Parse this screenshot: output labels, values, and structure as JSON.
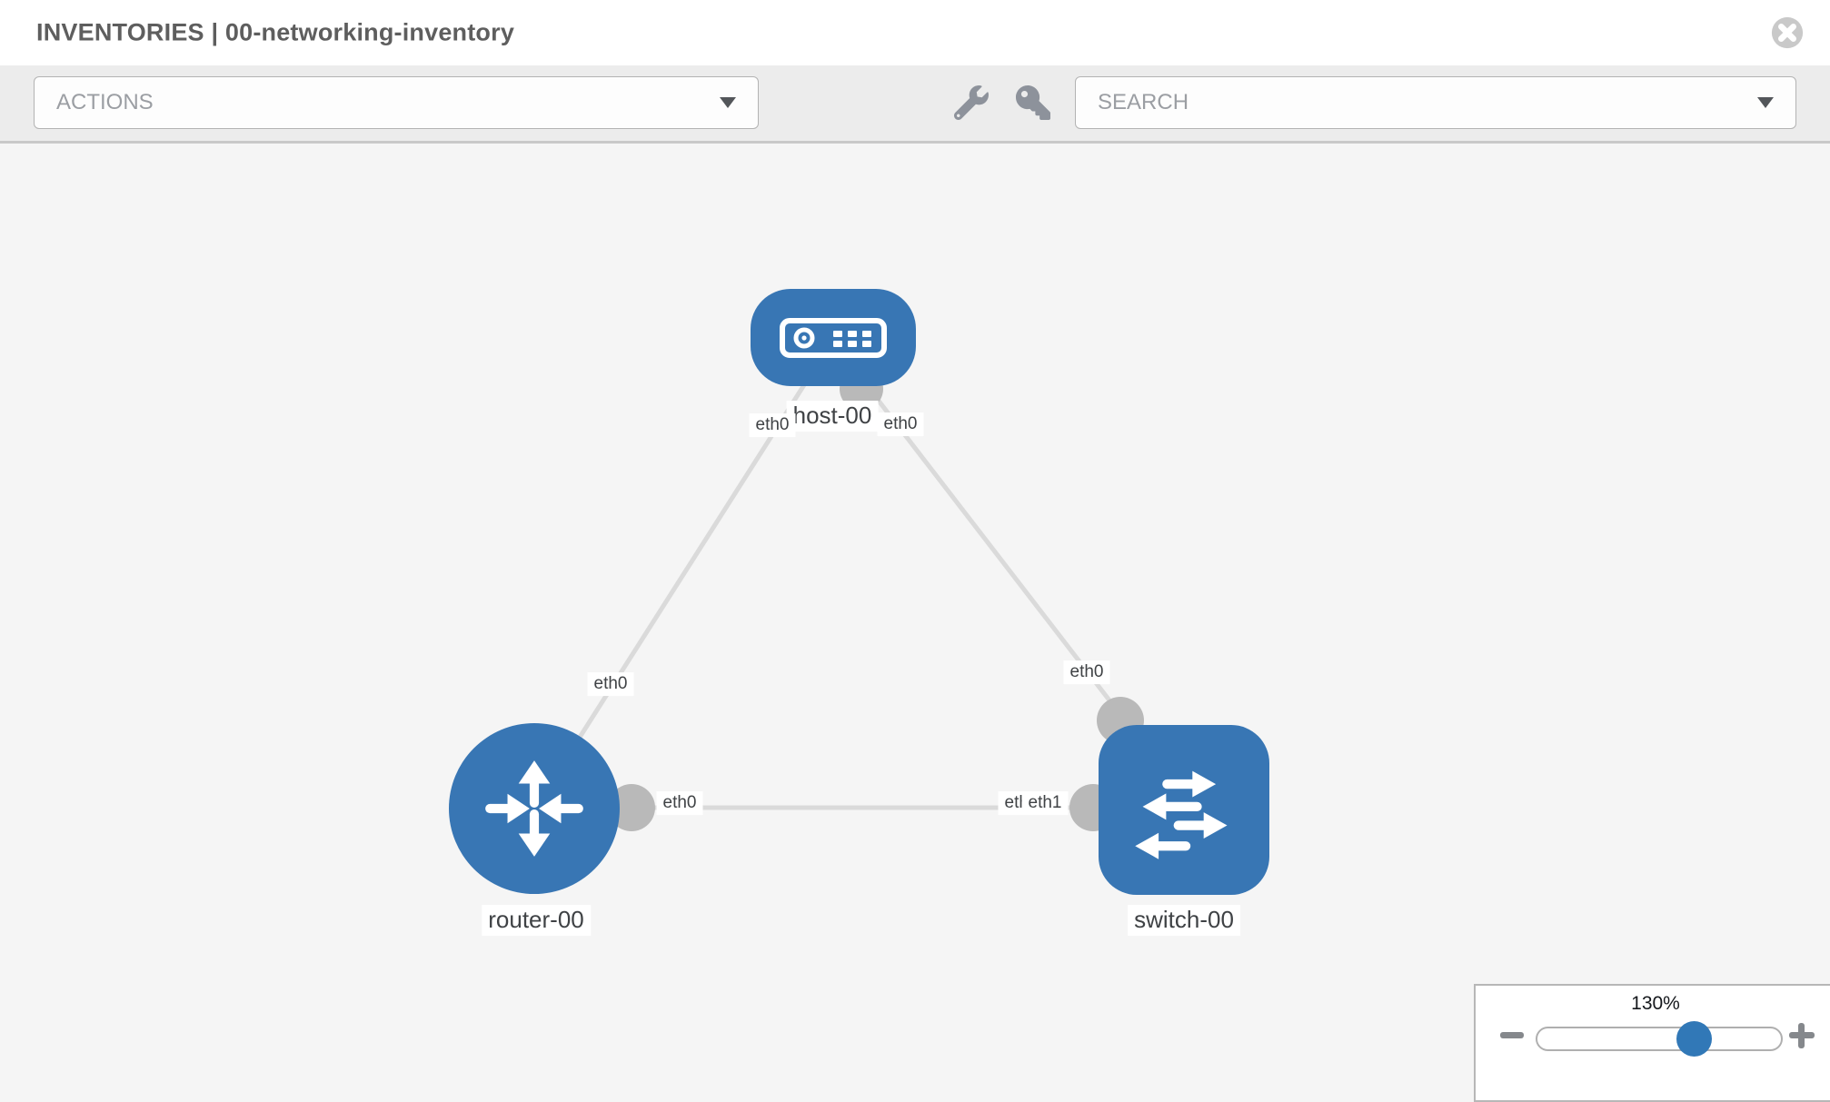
{
  "header": {
    "title": "INVENTORIES | 00-networking-inventory"
  },
  "toolbar": {
    "actions_value": "ACTIONS",
    "search_value": "SEARCH"
  },
  "icons": {
    "close": "circle-x-icon",
    "wrench": "wrench-icon",
    "key": "key-icon",
    "dropdown_caret": "chevron-down-icon",
    "host": "server-icon",
    "router": "router-arrows-icon",
    "switch": "switch-arrows-icon",
    "zoom_out": "minus-icon",
    "zoom_in": "plus-icon"
  },
  "colors": {
    "node_fill": "#3876b4",
    "link": "#dadada",
    "interface_dot": "#b9b9b9",
    "toolbar_bg": "#ececec",
    "canvas_bg": "#f5f5f5",
    "slider_thumb": "#3178b7"
  },
  "topology": {
    "nodes": [
      {
        "id": "host-00",
        "type": "host",
        "label": "host-00"
      },
      {
        "id": "router-00",
        "type": "router",
        "label": "router-00"
      },
      {
        "id": "switch-00",
        "type": "switch",
        "label": "switch-00"
      }
    ],
    "links": [
      {
        "from": "host-00",
        "to": "router-00",
        "from_label": "eth0",
        "to_label": "eth0"
      },
      {
        "from": "host-00",
        "to": "switch-00",
        "from_label": "eth0",
        "to_label": "eth0"
      },
      {
        "from": "router-00",
        "to": "switch-00",
        "from_label": "eth0",
        "to_labels": [
          "eth0",
          "eth1"
        ]
      }
    ]
  },
  "zoom_control": {
    "level": "130%",
    "percent": 130
  }
}
